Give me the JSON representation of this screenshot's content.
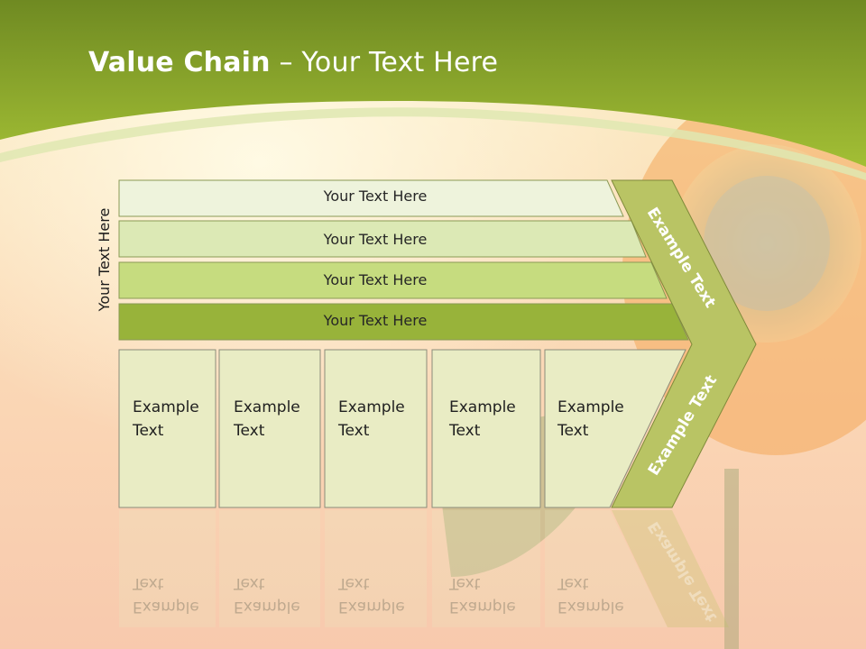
{
  "title": {
    "bold": "Value Chain",
    "rest": " – Your Text Here"
  },
  "side_label": "Your Text Here",
  "bars": [
    {
      "label": "Your Text Here",
      "fill": "#eef3dc"
    },
    {
      "label": "Your Text Here",
      "fill": "#dce9b5"
    },
    {
      "label": "Your Text Here",
      "fill": "#c6dc7f"
    },
    {
      "label": "Your Text Here",
      "fill": "#98b33a"
    }
  ],
  "boxes": [
    {
      "line1": "Example",
      "line2": "Text"
    },
    {
      "line1": "Example",
      "line2": "Text"
    },
    {
      "line1": "Example",
      "line2": "Text"
    },
    {
      "line1": "Example",
      "line2": "Text"
    },
    {
      "line1": "Example",
      "line2": "Text"
    }
  ],
  "chevron": {
    "top_text": "Example Text",
    "bottom_text": "Example Text",
    "fill": "#b9c464"
  },
  "colors": {
    "header_green": "#8aaa2a",
    "box_fill": "#e9ecc4",
    "background_peach": "#f7cdb1"
  }
}
